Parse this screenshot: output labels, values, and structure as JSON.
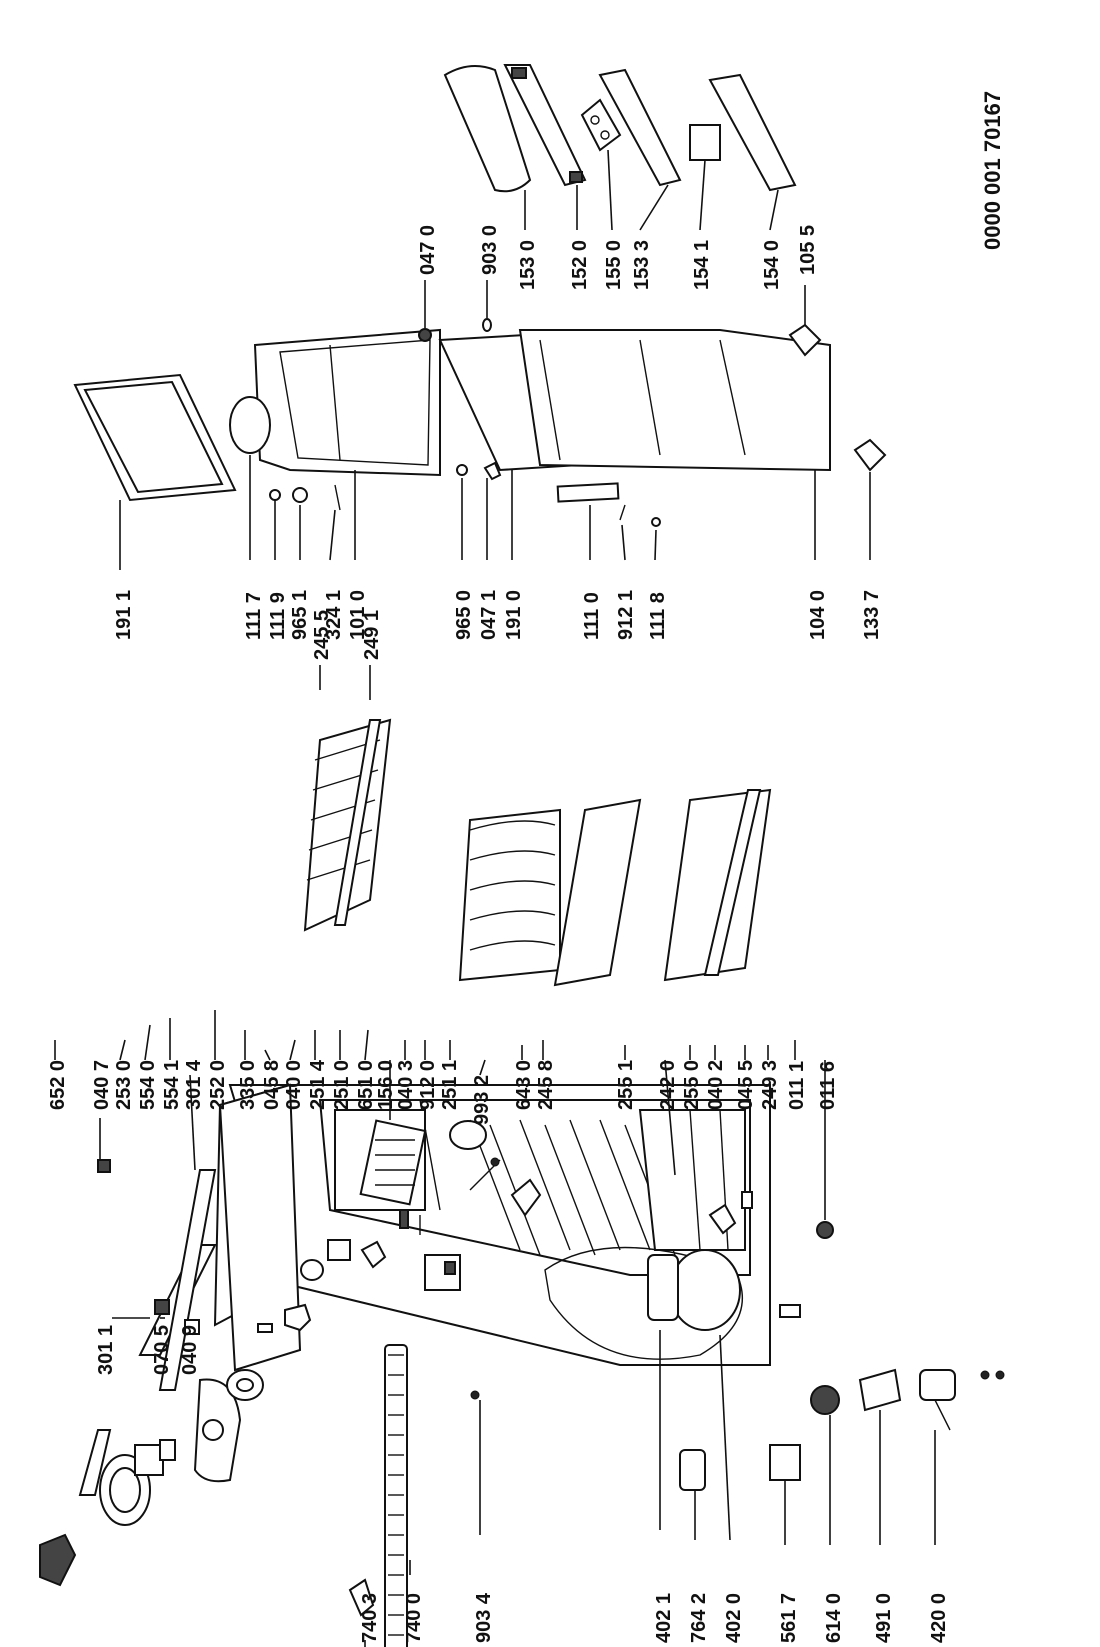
{
  "document_number": "0000 001 70167",
  "labels": [
    "301 1",
    "070 5",
    "040 9",
    "040 7",
    "253 0",
    "554 0",
    "554 1",
    "301 4",
    "252 0",
    "652 0",
    "335 0",
    "045 8",
    "040 0",
    "251 4",
    "251 0",
    "651 0",
    "156 0",
    "040 3",
    "912 0",
    "251 1",
    "993 2",
    "643 0",
    "245 8",
    "245 5",
    "249 1",
    "255 1",
    "242 0",
    "255 0",
    "040 2",
    "045 5",
    "249 3",
    "011 1",
    "011 6",
    "740 3",
    "740 0",
    "903 4",
    "402 1",
    "764 2",
    "402 0",
    "561 7",
    "614 0",
    "491 0",
    "420 0",
    "191 1",
    "111 7",
    "111 9",
    "965 1",
    "324 1",
    "101 0",
    "965 0",
    "047 1",
    "191 0",
    "111 0",
    "912 1",
    "111 8",
    "104 0",
    "133 7",
    "047 0",
    "903 0",
    "153 0",
    "152 0",
    "155 0",
    "153 3",
    "154 1",
    "154 0",
    "105 5"
  ]
}
